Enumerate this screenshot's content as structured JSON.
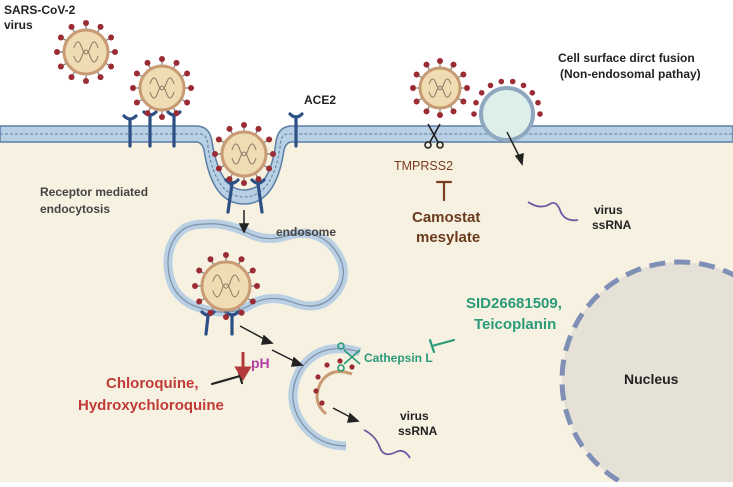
{
  "labels": {
    "virus_title_line1": "SARS-CoV-2",
    "virus_title_line2": "virus",
    "ace2": "ACE2",
    "fusion_line1": "Cell surface dirct fusion",
    "fusion_line2": "(Non-endosomal pathay)",
    "receptor_line1": "Receptor mediated",
    "receptor_line2": "endocytosis",
    "endosome": "endosome",
    "tmprss2": "TMPRSS2",
    "camostat_line1": "Camostat",
    "camostat_line2": "mesylate",
    "virus_ssrna_right_line1": "virus",
    "virus_ssrna_right_line2": "ssRNA",
    "sid_line1": "SID26681509,",
    "sid_line2": "Teicoplanin",
    "cathepsin": "Cathepsin L",
    "ph": "pH",
    "chloroquine_line1": "Chloroquine,",
    "chloroquine_line2": "Hydroxychloroquine",
    "virus_ssrna_bottom_line1": "virus",
    "virus_ssrna_bottom_line2": "ssRNA",
    "nucleus": "Nucleus"
  },
  "colors": {
    "cytoplasm": "#f7f1e1",
    "membrane": "#b9cfe3",
    "membrane_line": "#5b7fa6",
    "receptor": "#2c4f86",
    "virus_shell": "#c89b74",
    "virus_fill": "#efdcb3",
    "spike": "#9b2c35",
    "nucleus": "#e6e1d6",
    "nucleus_border": "#7f8fb6",
    "label_dark": "#222222",
    "tmprss2": "#7a3b1f",
    "camostat": "#6b3b1e",
    "teal": "#2a9a7a",
    "chloroquine": "#c13b36",
    "ph": "#b040a8",
    "rna": "#6b5aa0"
  }
}
